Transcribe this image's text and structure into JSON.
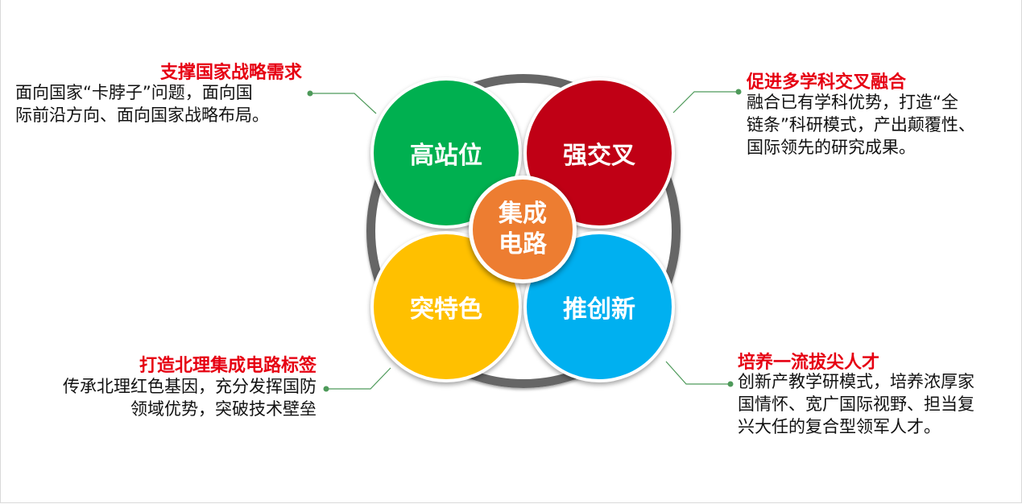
{
  "colors": {
    "green": "#00b050",
    "red": "#c00015",
    "yellow": "#ffc000",
    "blue": "#00b0f0",
    "orange": "#ed7d31",
    "ring": "#666666",
    "connector": "#4e9a5a",
    "title_red": "#e60012"
  },
  "center": {
    "line1": "集成",
    "line2": "电路"
  },
  "quadrants": {
    "top_left": {
      "circle_label": "高站位",
      "title": "支撑国家战略需求",
      "lines": [
        "面向国家“卡脖子”问题，面向国",
        "际前沿方向、面向国家战略布局。"
      ]
    },
    "top_right": {
      "circle_label": "强交叉",
      "title": "促进多学科交叉融合",
      "lines": [
        "融合已有学科优势，打造“全",
        "链条”科研模式，产出颠覆性、",
        "国际领先的研究成果。"
      ]
    },
    "bottom_left": {
      "circle_label": "突特色",
      "title": "打造北理集成电路标签",
      "lines": [
        "传承北理红色基因，充分发挥国防",
        "领域优势，突破技术壁垒"
      ]
    },
    "bottom_right": {
      "circle_label": "推创新",
      "title": "培养一流拔尖人才",
      "lines": [
        "创新产教学研模式，培养浓厚家",
        "国情怀、宽广国际视野、担当复",
        "兴大任的复合型领军人才。"
      ]
    }
  }
}
